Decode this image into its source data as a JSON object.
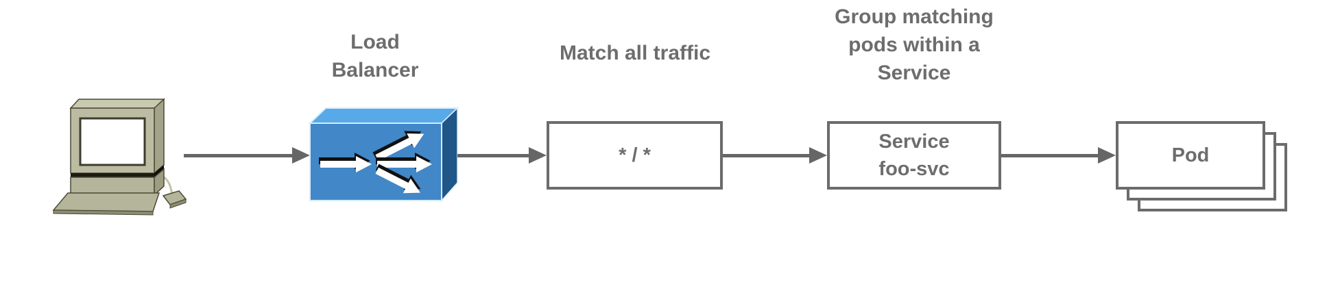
{
  "diagram": {
    "nodes": {
      "client": {
        "icon": "desktop-computer-icon"
      },
      "load_balancer": {
        "label": "Load\nBalancer",
        "icon": "load-balancer-icon"
      },
      "url_rule": {
        "label": "Match all traffic",
        "value": "* / *"
      },
      "service": {
        "label": "Group matching\npods within a\nService",
        "value": "Service\nfoo-svc"
      },
      "pods": {
        "value": "Pod",
        "stack_count": 3
      }
    },
    "colors": {
      "text_gray": "#6d6d6d",
      "box_border_gray": "#6b6b6b",
      "arrow_gray": "#666666",
      "lb_front_blue": "#4287c7",
      "lb_top_blue": "#57a9e8",
      "lb_side_blue": "#1e5788",
      "computer_beige": "#b5b59b"
    }
  }
}
